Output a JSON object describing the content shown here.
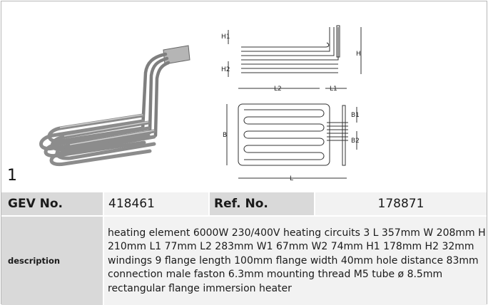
{
  "item": {
    "number": "1"
  },
  "drawing_labels": {
    "h1": "H1",
    "h2": "H2",
    "h": "H",
    "l2": "L2",
    "l1": "L1",
    "b": "B",
    "b1": "B1",
    "b2": "B2",
    "l": "L"
  },
  "table": {
    "gev_label": "GEV No.",
    "gev_value": "418461",
    "ref_label": "Ref. No.",
    "ref_value": "178871",
    "description_label": "description",
    "description_text": "heating element  6000W 230/400V heating circuits 3 L 357mm W 208mm H 210mm L1 77mm L2 283mm W1 67mm W2 74mm H1 178mm H2 32mm windings 9 flange length 100mm flange width 40mm hole distance 83mm connection male faston 6.3mm mounting thread M5 tube ø 8.5mm rectangular flange immersion heater"
  },
  "colors": {
    "label_bg": "#d9d9d9",
    "value_bg": "#f2f2f2",
    "border": "#b8b8b8"
  }
}
